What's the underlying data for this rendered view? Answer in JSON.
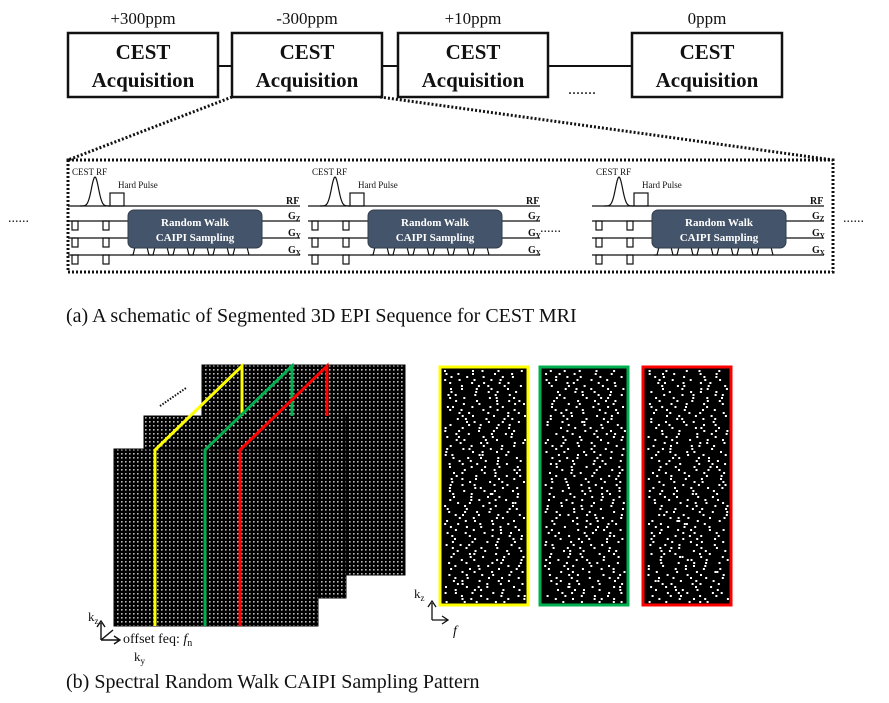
{
  "acquisitions": [
    {
      "offset": "+300ppm",
      "label1": "CEST",
      "label2": "Acquisition"
    },
    {
      "offset": "-300ppm",
      "label1": "CEST",
      "label2": "Acquisition"
    },
    {
      "offset": "+10ppm",
      "label1": "CEST",
      "label2": "Acquisition"
    },
    {
      "offset": "0ppm",
      "label1": "CEST",
      "label2": "Acquisition"
    }
  ],
  "ellipsis": ".......",
  "sequence": {
    "cest_rf": "CEST RF",
    "hard_pulse": "Hard Pulse",
    "block_line1": "Random Walk",
    "block_line2": "CAIPI Sampling",
    "axes": [
      "RF",
      "G",
      "G",
      "G"
    ],
    "axis_subs": [
      "",
      "Z",
      "Y",
      "X"
    ]
  },
  "caption_a": "(a) A schematic of Segmented 3D EPI Sequence for CEST MRI",
  "caption_b": "(b) Spectral Random Walk CAIPI Sampling Pattern",
  "stack": {
    "kz": "k",
    "kz_sub": "z",
    "ky": "k",
    "ky_sub": "y",
    "offset_label": "offset feq: ",
    "offset_symbol": "f",
    "offset_sub": "n"
  },
  "pattern": {
    "kz": "k",
    "kz_sub": "z",
    "f": "f"
  },
  "colors": {
    "yellow": "#ffff00",
    "green": "#00b050",
    "red": "#ff0000",
    "block": "#44546a"
  }
}
